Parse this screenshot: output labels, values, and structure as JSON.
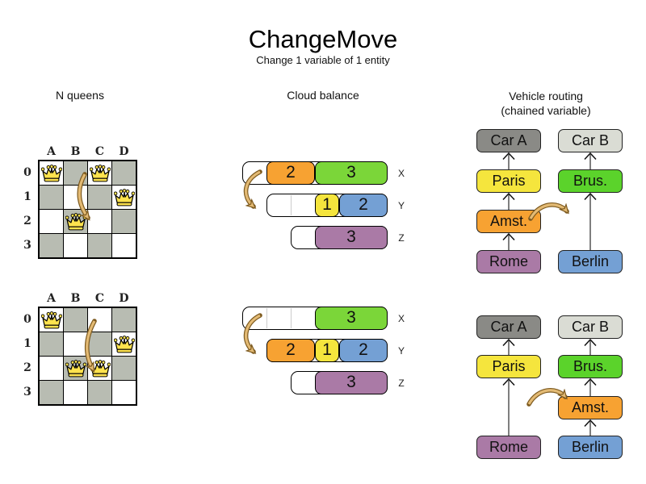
{
  "title": "ChangeMove",
  "subtitle": "Change 1 variable of 1 entity",
  "palette": {
    "orange": "#f7a232",
    "green": "#7bd639",
    "bright_green": "#5bd32b",
    "yellow": "#f5e53d",
    "blue": "#74a0d4",
    "purple": "#aa7aa6",
    "dark_gray": "#8a8a86",
    "light_gray": "#dadcd4",
    "board_gray": "#b8bcb2",
    "queen_gold": "#ffe34e",
    "arrow_fill": "#e3ba74",
    "arrow_outline": "#7d5a1f",
    "connector_gray": "#7f7f7f"
  },
  "nqueens": {
    "label": "N queens",
    "columns": [
      "A",
      "B",
      "C",
      "D"
    ],
    "rows": [
      "0",
      "1",
      "2",
      "3"
    ],
    "before": {
      "queens": [
        [
          "A",
          0
        ],
        [
          "C",
          0
        ],
        [
          "D",
          1
        ],
        [
          "B",
          2
        ]
      ],
      "move": {
        "from": "C0",
        "to": "C2"
      }
    },
    "after": {
      "queens": [
        [
          "A",
          0
        ],
        [
          "D",
          1
        ],
        [
          "B",
          2
        ],
        [
          "C",
          2
        ]
      ],
      "move": {
        "from": "C0",
        "to": "C2"
      }
    }
  },
  "cloud": {
    "label": "Cloud balance",
    "before": {
      "rows": [
        {
          "label": "X",
          "capacity": 6,
          "segments": [
            {
              "value": "2",
              "color": "orange",
              "units": 2
            },
            {
              "value": "3",
              "color": "green",
              "units": 3
            }
          ]
        },
        {
          "label": "Y",
          "capacity": 5,
          "segments": [
            {
              "value": "1",
              "color": "yellow",
              "units": 1
            },
            {
              "value": "2",
              "color": "blue",
              "units": 2
            }
          ]
        },
        {
          "label": "Z",
          "capacity": 4,
          "segments": [
            {
              "value": "3",
              "color": "purple",
              "units": 3
            }
          ]
        }
      ]
    },
    "after": {
      "rows": [
        {
          "label": "X",
          "capacity": 6,
          "segments": [
            {
              "value": "3",
              "color": "green",
              "units": 3
            }
          ]
        },
        {
          "label": "Y",
          "capacity": 5,
          "segments": [
            {
              "value": "2",
              "color": "orange",
              "units": 2
            },
            {
              "value": "1",
              "color": "yellow",
              "units": 1
            },
            {
              "value": "2",
              "color": "blue",
              "units": 2
            }
          ]
        },
        {
          "label": "Z",
          "capacity": 4,
          "segments": [
            {
              "value": "3",
              "color": "purple",
              "units": 3
            }
          ]
        }
      ]
    }
  },
  "vehicle": {
    "label": "Vehicle routing",
    "sublabel": "(chained variable)",
    "before": {
      "chains": [
        {
          "column": 0,
          "vehicle": {
            "label": "Car A",
            "color": "dark_gray"
          },
          "stops": [
            {
              "label": "Paris",
              "color": "yellow",
              "slot": 1
            },
            {
              "label": "Amst.",
              "color": "orange",
              "slot": 2
            },
            {
              "label": "Rome",
              "color": "purple",
              "slot": 3
            }
          ]
        },
        {
          "column": 1,
          "vehicle": {
            "label": "Car B",
            "color": "light_gray"
          },
          "stops": [
            {
              "label": "Brus.",
              "color": "bright_green",
              "slot": 1
            },
            {
              "label": "Berlin",
              "color": "blue",
              "slot": 3
            }
          ]
        }
      ]
    },
    "after": {
      "chains": [
        {
          "column": 0,
          "vehicle": {
            "label": "Car A",
            "color": "dark_gray"
          },
          "stops": [
            {
              "label": "Paris",
              "color": "yellow",
              "slot": 1
            },
            {
              "label": "Rome",
              "color": "purple",
              "slot": 3
            }
          ]
        },
        {
          "column": 1,
          "vehicle": {
            "label": "Car B",
            "color": "light_gray"
          },
          "stops": [
            {
              "label": "Brus.",
              "color": "bright_green",
              "slot": 1
            },
            {
              "label": "Amst.",
              "color": "orange",
              "slot": 2
            },
            {
              "label": "Berlin",
              "color": "blue",
              "slot": 3
            }
          ]
        }
      ]
    }
  }
}
